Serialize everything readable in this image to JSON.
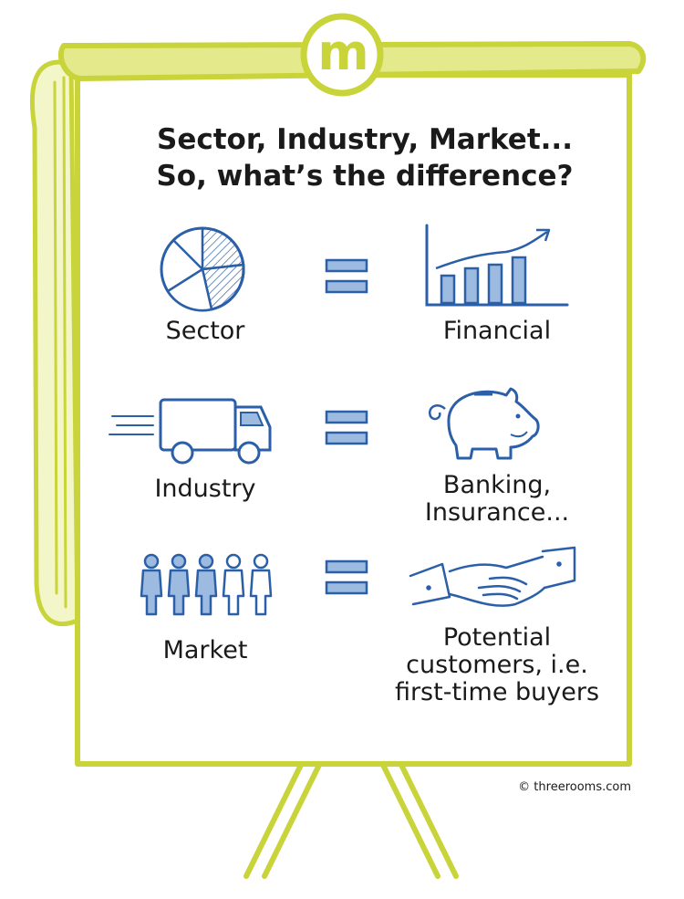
{
  "logo": {
    "letters": "m"
  },
  "title": {
    "line1": "Sector, Industry, Market...",
    "line2": "So, what’s the difference?"
  },
  "rows": [
    {
      "left_label": "Sector",
      "left_icon": "pie-chart-icon",
      "right_lines": [
        "Financial"
      ],
      "right_icon": "bar-chart-growth-icon"
    },
    {
      "left_label": "Industry",
      "left_icon": "delivery-truck-icon",
      "right_lines": [
        "Banking,",
        "Insurance..."
      ],
      "right_icon": "piggy-bank-icon"
    },
    {
      "left_label": "Market",
      "left_icon": "people-group-icon",
      "right_lines": [
        "Potential",
        "customers, i.e.",
        "first-time buyers"
      ],
      "right_icon": "handshake-icon"
    }
  ],
  "equals_icon": "equals-icon",
  "footer": {
    "copyright": "© threerooms.com"
  },
  "colors": {
    "frame": "#c8d43a",
    "ink": "#2b5fa8",
    "hatch": "#9dbbe0",
    "text": "#1a1a1a"
  }
}
